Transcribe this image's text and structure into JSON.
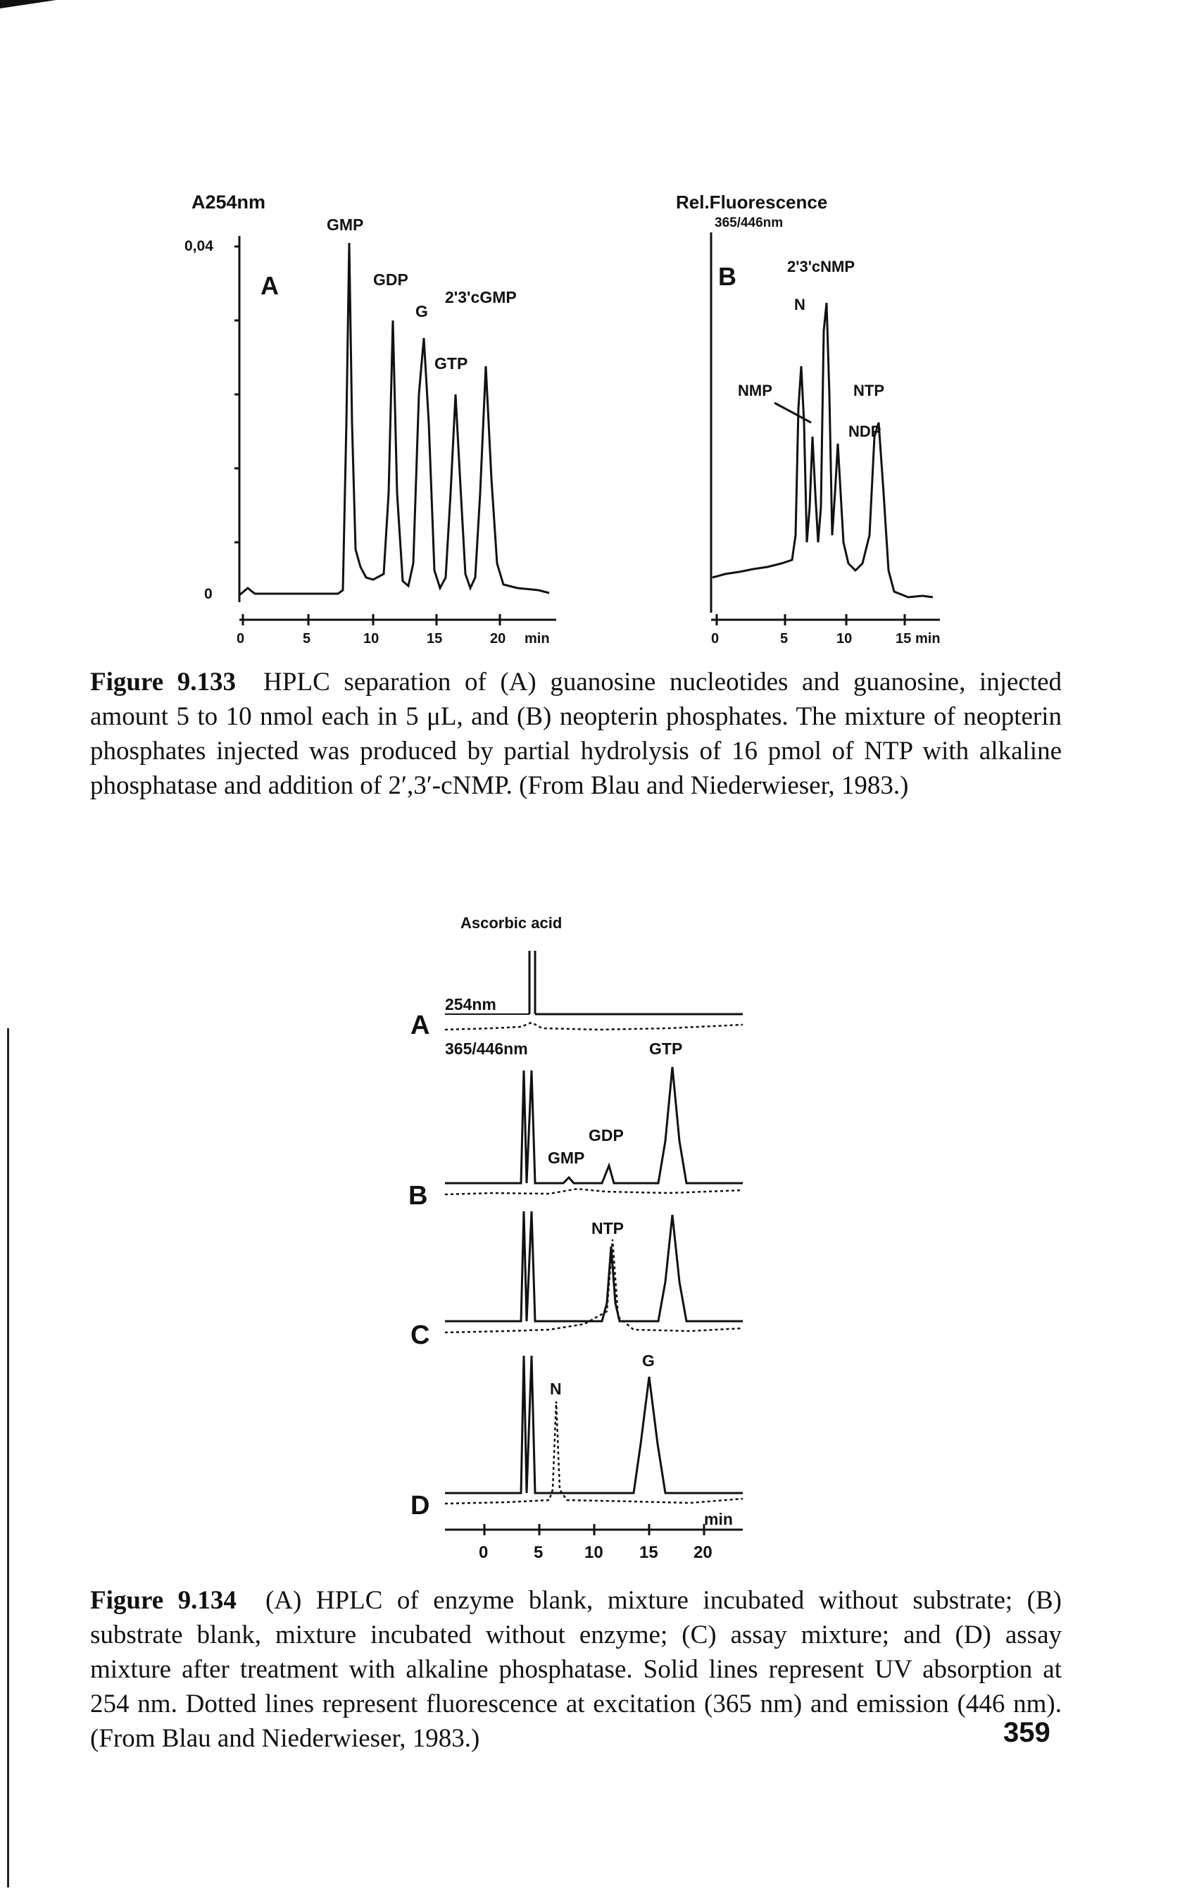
{
  "figure_133": {
    "panel_a": {
      "panel_letter": "A",
      "y_label": "A254nm",
      "y_top_tick": "0,04",
      "y_zero_tick": "0",
      "x_ticks": [
        "0",
        "5",
        "10",
        "15",
        "20"
      ],
      "x_unit": "min",
      "peak_labels": [
        "GMP",
        "GDP",
        "G",
        "2'3'cGMP",
        "GTP"
      ]
    },
    "panel_b": {
      "panel_letter": "B",
      "y_label": "Rel.Fluorescence",
      "y_sublabel": "365/446nm",
      "x_ticks": [
        "0",
        "5",
        "10",
        "15"
      ],
      "x_unit": "min",
      "peak_labels": [
        "2'3'cNMP",
        "N",
        "NMP",
        "NTP",
        "NDP"
      ]
    },
    "caption_label": "Figure 9.133",
    "caption_text": "HPLC separation of (A) guanosine nucleotides and guanosine, injected amount 5 to 10 nmol each in 5 μL, and (B) neopterin phosphates. The mixture of neopterin phosphates injected was produced by partial hydrolysis of 16 pmol of NTP with alkaline phosphatase and addition of 2′,3′-cNMP. (From Blau and Niederwieser, 1983.)"
  },
  "figure_134": {
    "top_label": "Ascorbic acid",
    "wavelength_254": "254nm",
    "wavelength_fluor": "365/446nm",
    "row_letters": [
      "A",
      "B",
      "C",
      "D"
    ],
    "peak_labels": {
      "gtp": "GTP",
      "gdp": "GDP",
      "gmp": "GMP",
      "ntp": "NTP",
      "g": "G",
      "n": "N"
    },
    "x_unit": "min",
    "x_ticks": [
      "0",
      "5",
      "10",
      "15",
      "20"
    ],
    "caption_label": "Figure 9.134",
    "caption_text": "(A) HPLC of enzyme blank, mixture incubated without substrate; (B) substrate blank, mixture incubated without enzyme; (C) assay mixture; and (D) assay mixture after treatment with alkaline phosphatase. Solid lines represent UV absorption at 254 nm. Dotted lines represent fluorescence at excitation (365 nm) and emission (446 nm). (From Blau and Niederwieser, 1983.)"
  },
  "page_number": "359"
}
